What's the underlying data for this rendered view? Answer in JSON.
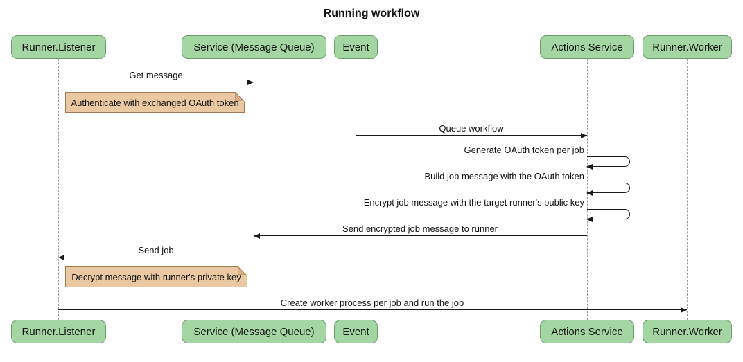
{
  "title": "Running workflow",
  "participants": [
    "Runner.Listener",
    "Service (Message Queue)",
    "Event",
    "Actions Service",
    "Runner.Worker"
  ],
  "messages": [
    {
      "label": "Get message",
      "from": "Runner.Listener",
      "to": "Service (Message Queue)",
      "type": "arrow"
    },
    {
      "label": "Queue workflow",
      "from": "Event",
      "to": "Actions Service",
      "type": "arrow"
    },
    {
      "label": "Generate OAuth token per job",
      "from": "Actions Service",
      "to": "Actions Service",
      "type": "self"
    },
    {
      "label": "Build job message with the OAuth token",
      "from": "Actions Service",
      "to": "Actions Service",
      "type": "self"
    },
    {
      "label": "Encrypt job message with the target runner's public key",
      "from": "Actions Service",
      "to": "Actions Service",
      "type": "self"
    },
    {
      "label": "Send encrypted job message to runner",
      "from": "Actions Service",
      "to": "Service (Message Queue)",
      "type": "arrow"
    },
    {
      "label": "Send job",
      "from": "Service (Message Queue)",
      "to": "Runner.Listener",
      "type": "arrow"
    },
    {
      "label": "Create worker process per job and run the job",
      "from": "Runner.Listener",
      "to": "Runner.Worker",
      "type": "arrow"
    }
  ],
  "notes": [
    {
      "text": "Authenticate with exchanged OAuth token",
      "anchor": "Runner.Listener"
    },
    {
      "text": "Decrypt message with runner's private key",
      "anchor": "Runner.Listener"
    }
  ],
  "colors": {
    "participant_fill": "#a3d6a3",
    "participant_border": "#6b9e6b",
    "note_fill": "#eac9a2",
    "note_border": "#9c7c50",
    "lifeline": "#999999",
    "arrow": "#1a1a1a"
  }
}
